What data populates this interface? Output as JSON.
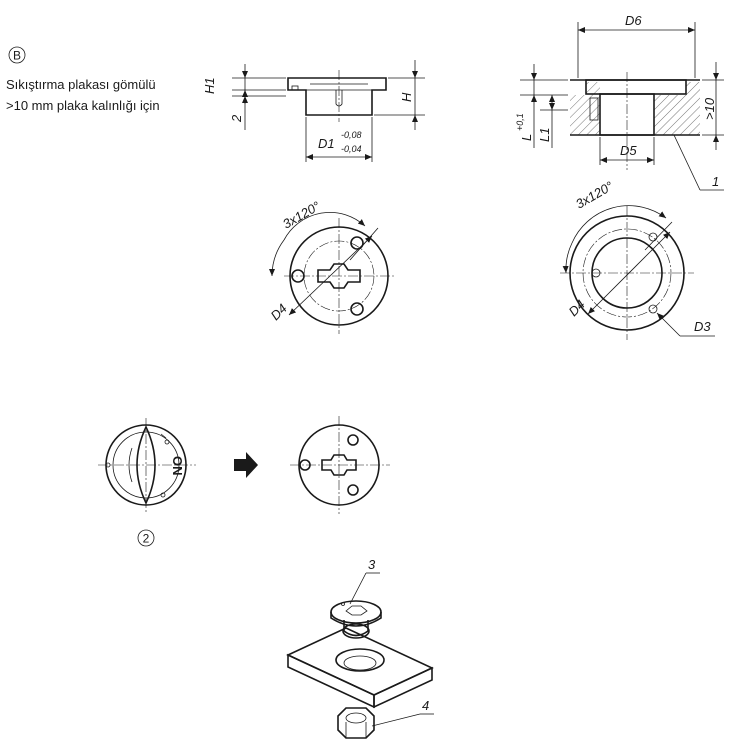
{
  "note": {
    "badge": "B",
    "line1": "Sıkıştırma plakası gömülü",
    "line2": ">10 mm plaka kalınlığı için"
  },
  "left_view": {
    "h1": "H1",
    "two": "2",
    "h": "H",
    "d1": "D1",
    "d1_tol_upper": "-0,08",
    "d1_tol_lower": "-0,04"
  },
  "right_view": {
    "d6": "D6",
    "l": "L",
    "l_tol": "+0,1",
    "l1": "L1",
    "d5": "D5",
    "gt10": ">10",
    "callout_1": "1"
  },
  "plan_left": {
    "angle": "3x120°",
    "d4": "D4"
  },
  "plan_right": {
    "angle": "3x120°",
    "d4": "D4",
    "d3": "D3"
  },
  "knob": {
    "on_text": "ON",
    "callout_2": "2"
  },
  "iso": {
    "callout_3": "3",
    "callout_4": "4"
  }
}
